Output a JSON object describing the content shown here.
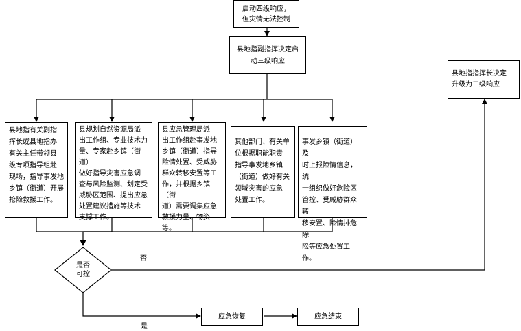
{
  "top": {
    "level4": [
      "启动四级响应，",
      "但灾情无法控制"
    ],
    "decision": [
      "县地指副指挥决定启",
      "动三级响应"
    ]
  },
  "upgrade": [
    "县地指指挥长决定",
    "升级为二级响应"
  ],
  "columns": [
    {
      "lines": [
        "县地指有关副指",
        "挥长或县地指办",
        "有关主任带领县",
        "级专项指导组赴",
        "现场，指导事发地",
        "乡镇（街道）开展",
        "抢险救援工作。"
      ]
    },
    {
      "lines": [
        "县规划自然资源局派",
        "出工作组、专业技术力",
        "量、专家赴乡镇（街道）",
        "做好指导灾害应急调",
        "查与风险监测、划定受",
        "威胁区范围、提出应急",
        "处置建议措施等技术",
        "支撑工作。"
      ]
    },
    {
      "lines": [
        "县应急管理局派",
        "出工作组赴事发地",
        "乡镇（街道）指导",
        "险情处置、受威胁",
        "群众转移安置等工",
        "作，并根据乡镇（街",
        "道）需要调集应急",
        "救援力量、物资等。"
      ]
    },
    {
      "lines": [
        "其他部门、有关单",
        "位根据职能职责",
        "指导事发地乡镇",
        "（街道）做好有关",
        "领域灾害的应急",
        "处置工作。"
      ]
    },
    {
      "lines": [
        "事发乡镇（街道）及",
        "时上报险情信息，统",
        "一组织做好危险区",
        "管控、受威胁群众转",
        "移安置、险情排危除",
        "险等应急处置工作。"
      ]
    }
  ],
  "diamond": [
    "是否",
    "可控"
  ],
  "no_label": "否",
  "yes_label": "是",
  "recovery": "应急恢复",
  "end": "应急结束"
}
